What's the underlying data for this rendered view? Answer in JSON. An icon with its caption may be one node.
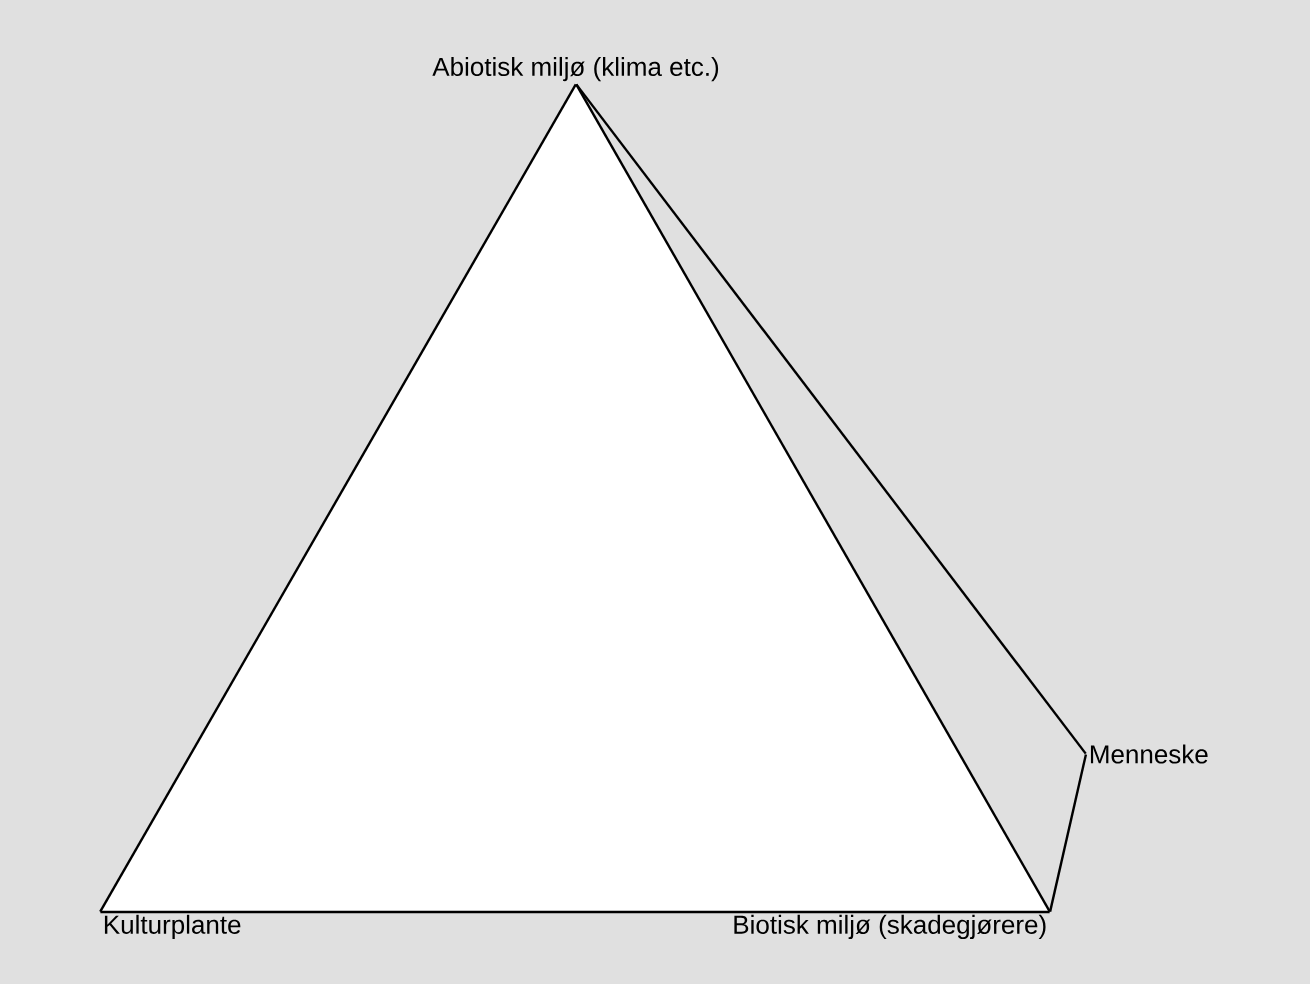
{
  "diagram": {
    "nodes": [
      {
        "text": [
          "Abiotisk miljø (klima etc.)"
        ]
      },
      {
        "text": [
          "Kulturplante"
        ]
      },
      {
        "text": [
          "Biotisk miljø (skadegjørere)"
        ]
      },
      {
        "text": [
          "Menneske"
        ]
      }
    ],
    "edges": [
      {
        "from": 0,
        "to": 1,
        "arrow": "none"
      },
      {
        "from": 0,
        "to": 2,
        "arrow": "none"
      },
      {
        "from": 1,
        "to": 2,
        "arrow": "none"
      },
      {
        "from": 0,
        "to": 3,
        "arrow": "none"
      },
      {
        "from": 3,
        "to": 2,
        "arrow": "none"
      }
    ]
  }
}
